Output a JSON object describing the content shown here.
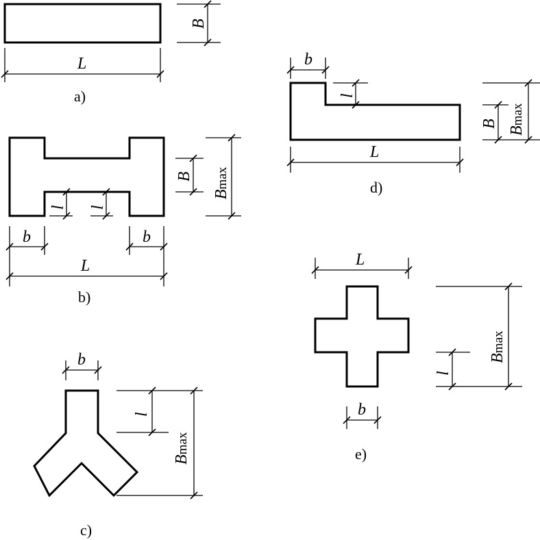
{
  "labels": {
    "L": "L",
    "B": "B",
    "Bmax_main": "B",
    "Bmax_sub": "max",
    "b": "b",
    "l": "l"
  },
  "captions": {
    "a": "a)",
    "b": "b)",
    "c": "c)",
    "d": "d)",
    "e": "e)"
  }
}
